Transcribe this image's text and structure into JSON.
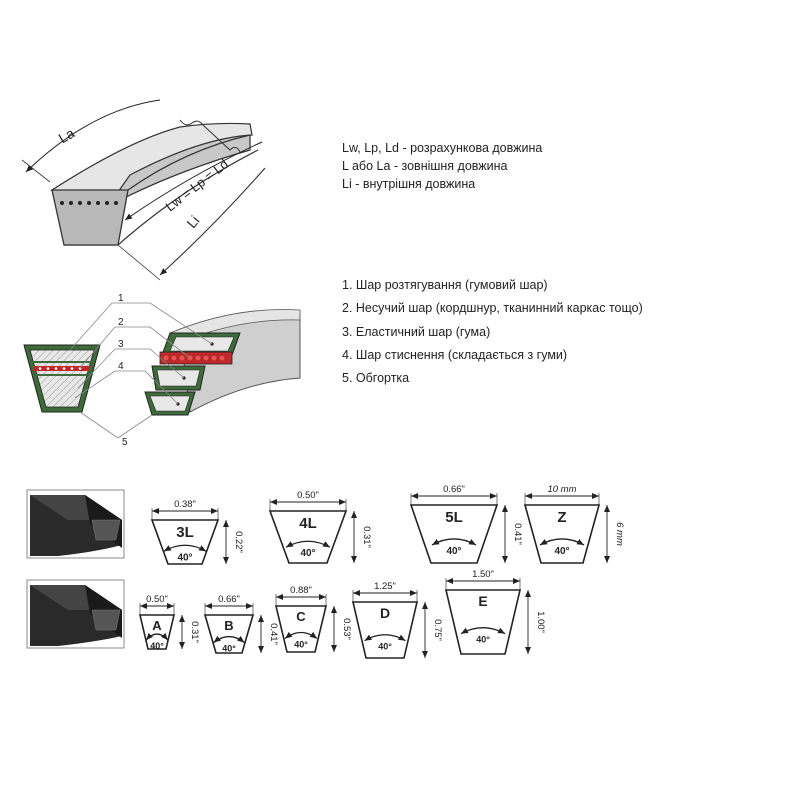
{
  "length_definitions": [
    "Lw, Lp, Ld - розрахункова довжина",
    "L або La - зовнішня довжина",
    "Li - внутрішня довжина"
  ],
  "belt_labels": {
    "outer": "La",
    "pitch": "Lw = Lp = Ld",
    "inner": "Li"
  },
  "layer_numbers": [
    "1",
    "2",
    "3",
    "4",
    "5"
  ],
  "layers": [
    "1. Шар розтягування (гумовий шар)",
    "2. Несучий шар (кордшнур, тканинний каркас тощо)",
    "3. Еластичний шар (гума)",
    "4. Шар стиснення (складається з гуми)",
    "5. Обгортка"
  ],
  "profiles_row1": [
    {
      "name": "3L",
      "width": "0.38\"",
      "height": "0.22\"",
      "angle": "40°"
    },
    {
      "name": "4L",
      "width": "0.50\"",
      "height": "0.31\"",
      "angle": "40°"
    },
    {
      "name": "5L",
      "width": "0.66\"",
      "height": "0.41\"",
      "angle": "40°"
    },
    {
      "name": "Z",
      "width": "10 mm",
      "height": "6 mm",
      "angle": "40°"
    }
  ],
  "profiles_row2": [
    {
      "name": "A",
      "width": "0.50\"",
      "height": "0.31\"",
      "angle": "40°"
    },
    {
      "name": "B",
      "width": "0.66\"",
      "height": "0.41\"",
      "angle": "40°"
    },
    {
      "name": "C",
      "width": "0.88\"",
      "height": "0.53\"",
      "angle": "40°"
    },
    {
      "name": "D",
      "width": "1.25\"",
      "height": "0.75\"",
      "angle": "40°"
    },
    {
      "name": "E",
      "width": "1.50\"",
      "height": "1.00\"",
      "angle": "40°"
    }
  ],
  "colors": {
    "belt_gray": "#c8c8c8",
    "outline": "#333333",
    "cover_green": "#3d6b3a",
    "cord_red": "#c0282a",
    "photo_black": "#2a2a2a"
  }
}
